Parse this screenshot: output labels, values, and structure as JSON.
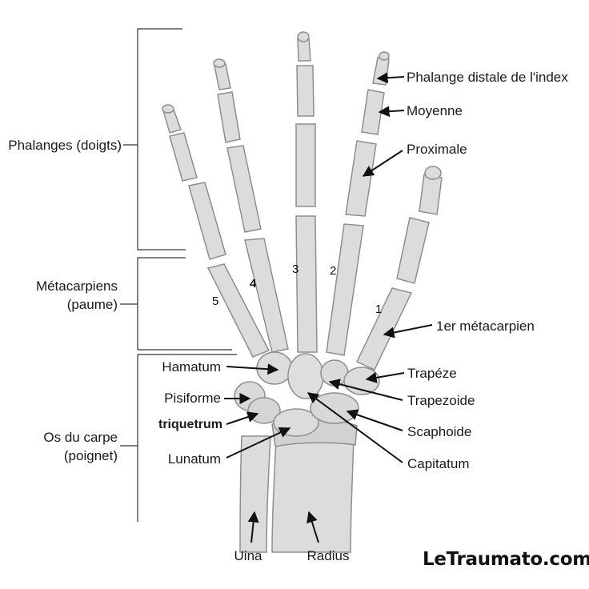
{
  "groups": {
    "phalanges": "Phalanges (doigts)",
    "metacarpals_line1": "Métacarpiens",
    "metacarpals_line2": "(paume)",
    "carpals_line1": "Os du carpe",
    "carpals_line2": "(poignet)"
  },
  "labels": {
    "distal_phalanx": "Phalange distale de l'index",
    "middle_phalanx": "Moyenne",
    "proximal_phalanx": "Proximale",
    "first_metacarpal": "1er métacarpien",
    "hamatum": "Hamatum",
    "pisiforme": "Pisiforme",
    "triquetrum": "triquetrum",
    "lunatum": "Lunatum",
    "trapeze": "Trapéze",
    "trapezoide": "Trapezoide",
    "scaphoide": "Scaphoide",
    "capitatum": "Capitatum",
    "ulna": "Uina",
    "radius": "Radius"
  },
  "finger_numbers": [
    "1",
    "2",
    "3",
    "4",
    "5"
  ],
  "brand": "LeTraumato.com",
  "colors": {
    "bone_fill": "#dcdcdc",
    "bone_shade": "#b9b9b9",
    "bone_outline": "#8e8e8e",
    "line": "#333333",
    "arrow": "#111111"
  }
}
